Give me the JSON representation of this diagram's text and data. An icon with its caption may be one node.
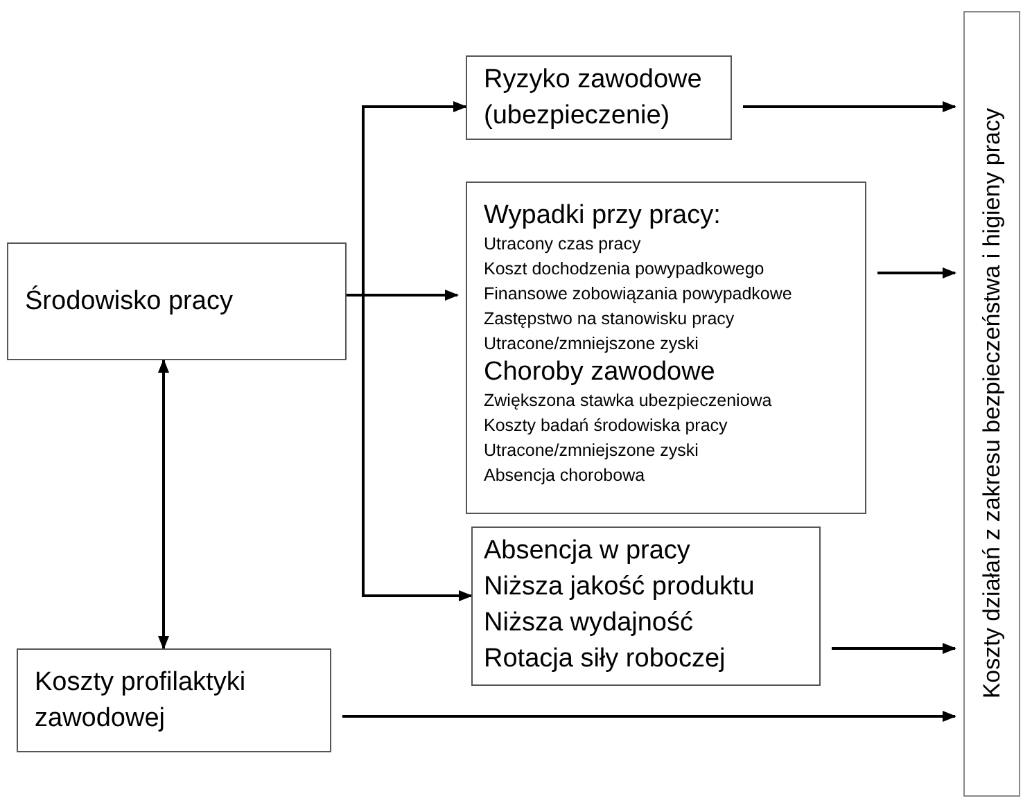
{
  "diagram": {
    "nodes": [
      {
        "text": [
          "Środowisko pracy"
        ]
      },
      {
        "text": [
          "Ryzyko zawodowe (ubezpieczenie)"
        ]
      },
      {
        "text": [
          "Wypadki przy pracy:",
          "Utracony czas pracy",
          "Koszt dochodzenia powypadkowego",
          "Finansowe zobowiązania powypadkowe",
          "Zastępstwo na stanowisku pracy",
          "Utracone/zmniejszone zyski",
          "Choroby zawodowe",
          "Zwiększona stawka ubezpieczeniowa",
          "Koszty badań środowiska pracy",
          "Utracone/zmniejszone zyski",
          "Absencja chorobowa"
        ]
      },
      {
        "text": [
          "Absencja w pracy",
          "Niższa jakość produktu",
          "Niższa wydajność",
          "Rotacja siły roboczej"
        ]
      },
      {
        "text": [
          "Koszty profilaktyki zawodowej"
        ]
      },
      {
        "text": [
          "Koszty działań z zakresu bezpieczeństwa i higieny pracy"
        ]
      }
    ],
    "edges": [
      {
        "from": 0,
        "to": 1,
        "arrow": "to"
      },
      {
        "from": 0,
        "to": 2,
        "arrow": "to"
      },
      {
        "from": 0,
        "to": 3,
        "arrow": "to"
      },
      {
        "from": 0,
        "to": 4,
        "arrow": "both"
      },
      {
        "from": 1,
        "to": 5,
        "arrow": "to"
      },
      {
        "from": 2,
        "to": 5,
        "arrow": "to"
      },
      {
        "from": 3,
        "to": 5,
        "arrow": "to"
      },
      {
        "from": 4,
        "to": 5,
        "arrow": "to"
      }
    ]
  }
}
